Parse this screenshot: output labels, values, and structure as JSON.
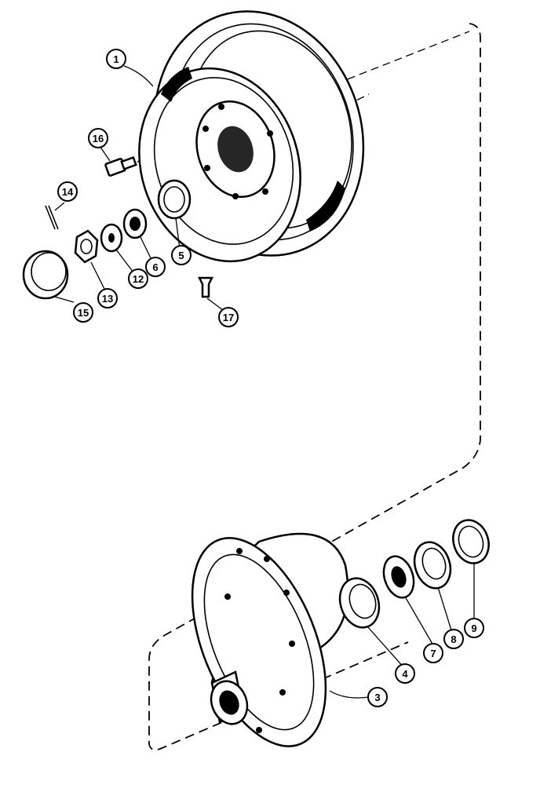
{
  "callouts": [
    {
      "id": "c1",
      "label": "1"
    },
    {
      "id": "c3",
      "label": "3"
    },
    {
      "id": "c4",
      "label": "4"
    },
    {
      "id": "c5",
      "label": "5"
    },
    {
      "id": "c6",
      "label": "6"
    },
    {
      "id": "c7",
      "label": "7"
    },
    {
      "id": "c8",
      "label": "8"
    },
    {
      "id": "c9",
      "label": "9"
    },
    {
      "id": "c12",
      "label": "12"
    },
    {
      "id": "c13",
      "label": "13"
    },
    {
      "id": "c14",
      "label": "14"
    },
    {
      "id": "c15",
      "label": "15"
    },
    {
      "id": "c16",
      "label": "16"
    },
    {
      "id": "c17",
      "label": "17"
    }
  ]
}
